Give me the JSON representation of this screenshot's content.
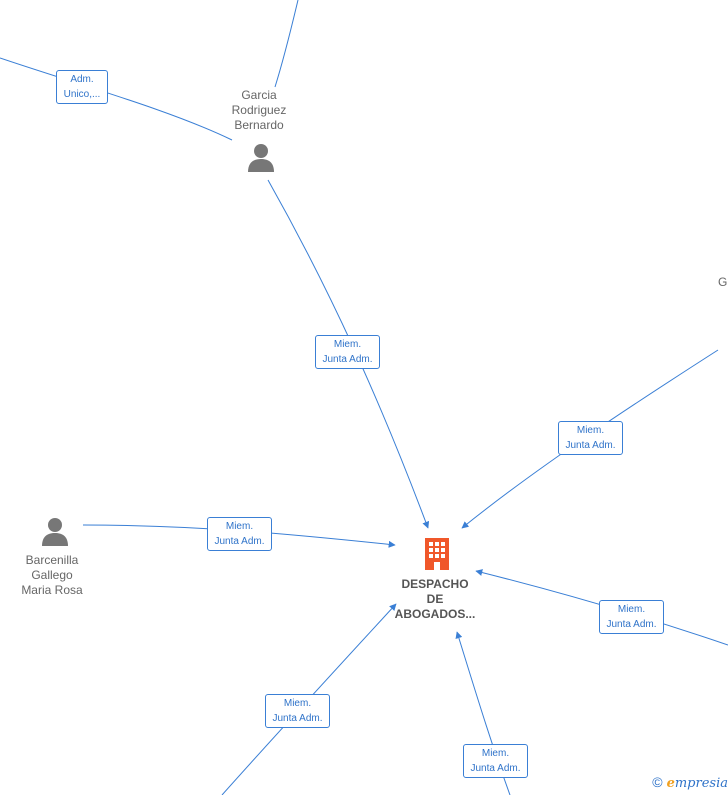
{
  "colors": {
    "edge": "#3a7fd5",
    "person_icon": "#777777",
    "company_icon": "#f0572a"
  },
  "company": {
    "name_line1": "DESPACHO",
    "name_line2": "DE",
    "name_line3": "ABOGADOS..."
  },
  "people": [
    {
      "line1": "Garcia",
      "line2": "Rodriguez",
      "line3": "Bernardo"
    },
    {
      "line1": "Barcenilla",
      "line2": "Gallego",
      "line3": "Maria Rosa"
    }
  ],
  "offscreen_fragment": "G",
  "edge_labels": [
    {
      "line1": "Adm.",
      "line2": "Unico,..."
    },
    {
      "line1": "Miem.",
      "line2": "Junta Adm."
    },
    {
      "line1": "Miem.",
      "line2": "Junta Adm."
    },
    {
      "line1": "Miem.",
      "line2": "Junta Adm."
    },
    {
      "line1": "Miem.",
      "line2": "Junta Adm."
    },
    {
      "line1": "Miem.",
      "line2": "Junta Adm."
    },
    {
      "line1": "Miem.",
      "line2": "Junta Adm."
    }
  ],
  "brand": {
    "copyright": "©",
    "e": "e",
    "rest": "mpresia"
  }
}
